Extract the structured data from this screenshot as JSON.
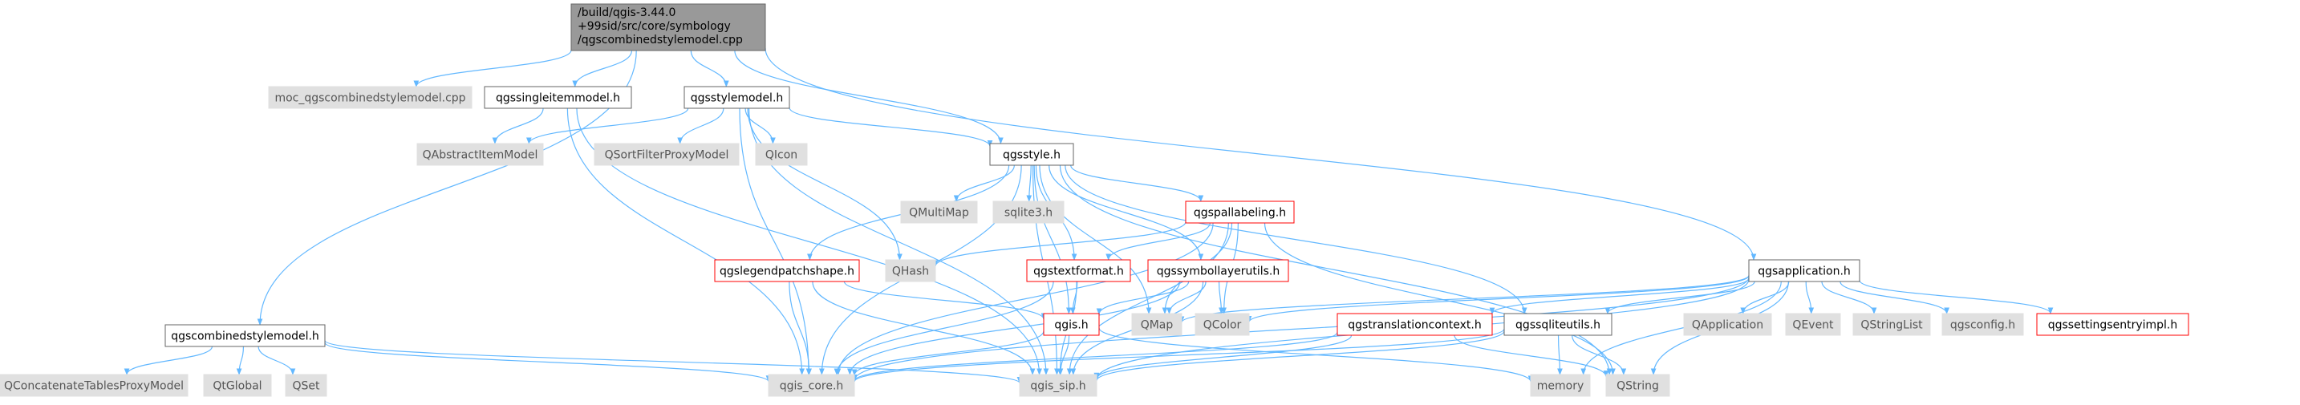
{
  "colors": {
    "edge": "#63b8ff",
    "root_fill": "#999999",
    "plain_fill": "#ffffff",
    "external_fill": "#e0e0e0",
    "truncated_stroke": "#ff0000",
    "stroke": "#666666",
    "text": "#000000"
  },
  "nodes": [
    {
      "id": "root",
      "label": [
        "/build/qgis-3.44.0",
        "+99sid/src/core/symbology",
        "/qgscombinedstylemodel.cpp"
      ],
      "kind": "root"
    },
    {
      "id": "moc",
      "label": [
        "moc_qgscombinedstylemodel.cpp"
      ],
      "kind": "external"
    },
    {
      "id": "singleitem",
      "label": [
        "qgssingleitemmodel.h"
      ],
      "kind": "plain"
    },
    {
      "id": "stylemodel",
      "label": [
        "qgsstylemodel.h"
      ],
      "kind": "plain"
    },
    {
      "id": "combined",
      "label": [
        "qgscombinedstylemodel.h"
      ],
      "kind": "plain"
    },
    {
      "id": "abstractitem",
      "label": [
        "QAbstractItemModel"
      ],
      "kind": "external"
    },
    {
      "id": "sortfilter",
      "label": [
        "QSortFilterProxyModel"
      ],
      "kind": "external"
    },
    {
      "id": "qicon",
      "label": [
        "QIcon"
      ],
      "kind": "external"
    },
    {
      "id": "style",
      "label": [
        "qgsstyle.h"
      ],
      "kind": "plain"
    },
    {
      "id": "qmultimap",
      "label": [
        "QMultiMap"
      ],
      "kind": "external"
    },
    {
      "id": "sqlite",
      "label": [
        "sqlite3.h"
      ],
      "kind": "external"
    },
    {
      "id": "pallabeling",
      "label": [
        "qgspallabeling.h"
      ],
      "kind": "truncated"
    },
    {
      "id": "legendpatch",
      "label": [
        "qgslegendpatchshape.h"
      ],
      "kind": "truncated"
    },
    {
      "id": "qhash",
      "label": [
        "QHash"
      ],
      "kind": "external"
    },
    {
      "id": "textformat",
      "label": [
        "qgstextformat.h"
      ],
      "kind": "truncated"
    },
    {
      "id": "symbollayer",
      "label": [
        "qgssymbollayerutils.h"
      ],
      "kind": "truncated"
    },
    {
      "id": "application",
      "label": [
        "qgsapplication.h"
      ],
      "kind": "plain"
    },
    {
      "id": "qgis",
      "label": [
        "qgis.h"
      ],
      "kind": "truncated"
    },
    {
      "id": "qmap",
      "label": [
        "QMap"
      ],
      "kind": "external"
    },
    {
      "id": "qcolor",
      "label": [
        "QColor"
      ],
      "kind": "external"
    },
    {
      "id": "translation",
      "label": [
        "qgstranslationcontext.h"
      ],
      "kind": "truncated"
    },
    {
      "id": "sqliteutils",
      "label": [
        "qgssqliteutils.h"
      ],
      "kind": "plain"
    },
    {
      "id": "qapplication",
      "label": [
        "QApplication"
      ],
      "kind": "external"
    },
    {
      "id": "qevent",
      "label": [
        "QEvent"
      ],
      "kind": "external"
    },
    {
      "id": "qstringlist",
      "label": [
        "QStringList"
      ],
      "kind": "external"
    },
    {
      "id": "qgsconfig",
      "label": [
        "qgsconfig.h"
      ],
      "kind": "external"
    },
    {
      "id": "settingsentry",
      "label": [
        "qgssettingsentryimpl.h"
      ],
      "kind": "truncated"
    },
    {
      "id": "concat",
      "label": [
        "QConcatenateTablesProxyModel"
      ],
      "kind": "external"
    },
    {
      "id": "qtglobal",
      "label": [
        "QtGlobal"
      ],
      "kind": "external"
    },
    {
      "id": "qset",
      "label": [
        "QSet"
      ],
      "kind": "external"
    },
    {
      "id": "qgiscore",
      "label": [
        "qgis_core.h"
      ],
      "kind": "external"
    },
    {
      "id": "qgissip",
      "label": [
        "qgis_sip.h"
      ],
      "kind": "external"
    },
    {
      "id": "memory",
      "label": [
        "memory"
      ],
      "kind": "external"
    },
    {
      "id": "qstring",
      "label": [
        "QString"
      ],
      "kind": "external"
    }
  ],
  "edges": [
    [
      "root",
      "moc"
    ],
    [
      "root",
      "singleitem"
    ],
    [
      "root",
      "stylemodel"
    ],
    [
      "root",
      "style"
    ],
    [
      "root",
      "application"
    ],
    [
      "root",
      "combined"
    ],
    [
      "singleitem",
      "abstractitem"
    ],
    [
      "singleitem",
      "qgiscore"
    ],
    [
      "singleitem",
      "qgissip"
    ],
    [
      "stylemodel",
      "abstractitem"
    ],
    [
      "stylemodel",
      "sortfilter"
    ],
    [
      "stylemodel",
      "qicon"
    ],
    [
      "stylemodel",
      "style"
    ],
    [
      "stylemodel",
      "qhash"
    ],
    [
      "stylemodel",
      "qgiscore"
    ],
    [
      "stylemodel",
      "qgissip"
    ],
    [
      "style",
      "qmultimap"
    ],
    [
      "style",
      "sqlite"
    ],
    [
      "style",
      "pallabeling"
    ],
    [
      "style",
      "legendpatch"
    ],
    [
      "style",
      "textformat"
    ],
    [
      "style",
      "symbollayer"
    ],
    [
      "style",
      "qgis"
    ],
    [
      "style",
      "qmap"
    ],
    [
      "style",
      "sqliteutils"
    ],
    [
      "style",
      "qstring"
    ],
    [
      "style",
      "qgiscore"
    ],
    [
      "style",
      "qgissip"
    ],
    [
      "pallabeling",
      "qhash"
    ],
    [
      "pallabeling",
      "textformat"
    ],
    [
      "pallabeling",
      "qmap"
    ],
    [
      "pallabeling",
      "qcolor"
    ],
    [
      "pallabeling",
      "qstring"
    ],
    [
      "pallabeling",
      "qgiscore"
    ],
    [
      "pallabeling",
      "qgissip"
    ],
    [
      "legendpatch",
      "qgis"
    ],
    [
      "legendpatch",
      "qgiscore"
    ],
    [
      "legendpatch",
      "qgissip"
    ],
    [
      "textformat",
      "qgis"
    ],
    [
      "textformat",
      "qgiscore"
    ],
    [
      "textformat",
      "qgissip"
    ],
    [
      "symbollayer",
      "qgis"
    ],
    [
      "symbollayer",
      "qmap"
    ],
    [
      "symbollayer",
      "qcolor"
    ],
    [
      "symbollayer",
      "qgiscore"
    ],
    [
      "symbollayer",
      "qgissip"
    ],
    [
      "qgis",
      "qgiscore"
    ],
    [
      "qgis",
      "qgissip"
    ],
    [
      "qgis",
      "memory"
    ],
    [
      "application",
      "qcolor"
    ],
    [
      "application",
      "translation"
    ],
    [
      "application",
      "sqliteutils"
    ],
    [
      "application",
      "qapplication"
    ],
    [
      "application",
      "qevent"
    ],
    [
      "application",
      "qstringlist"
    ],
    [
      "application",
      "qgsconfig"
    ],
    [
      "application",
      "settingsentry"
    ],
    [
      "application",
      "memory"
    ],
    [
      "application",
      "qstring"
    ],
    [
      "application",
      "qgiscore"
    ],
    [
      "application",
      "qgissip"
    ],
    [
      "application",
      "qmap"
    ],
    [
      "translation",
      "qgiscore"
    ],
    [
      "translation",
      "qgissip"
    ],
    [
      "translation",
      "qstring"
    ],
    [
      "sqliteutils",
      "memory"
    ],
    [
      "sqliteutils",
      "qstring"
    ],
    [
      "sqliteutils",
      "qgiscore"
    ],
    [
      "sqliteutils",
      "qgissip"
    ],
    [
      "combined",
      "concat"
    ],
    [
      "combined",
      "qtglobal"
    ],
    [
      "combined",
      "qset"
    ],
    [
      "combined",
      "qgiscore"
    ],
    [
      "combined",
      "qgissip"
    ]
  ]
}
